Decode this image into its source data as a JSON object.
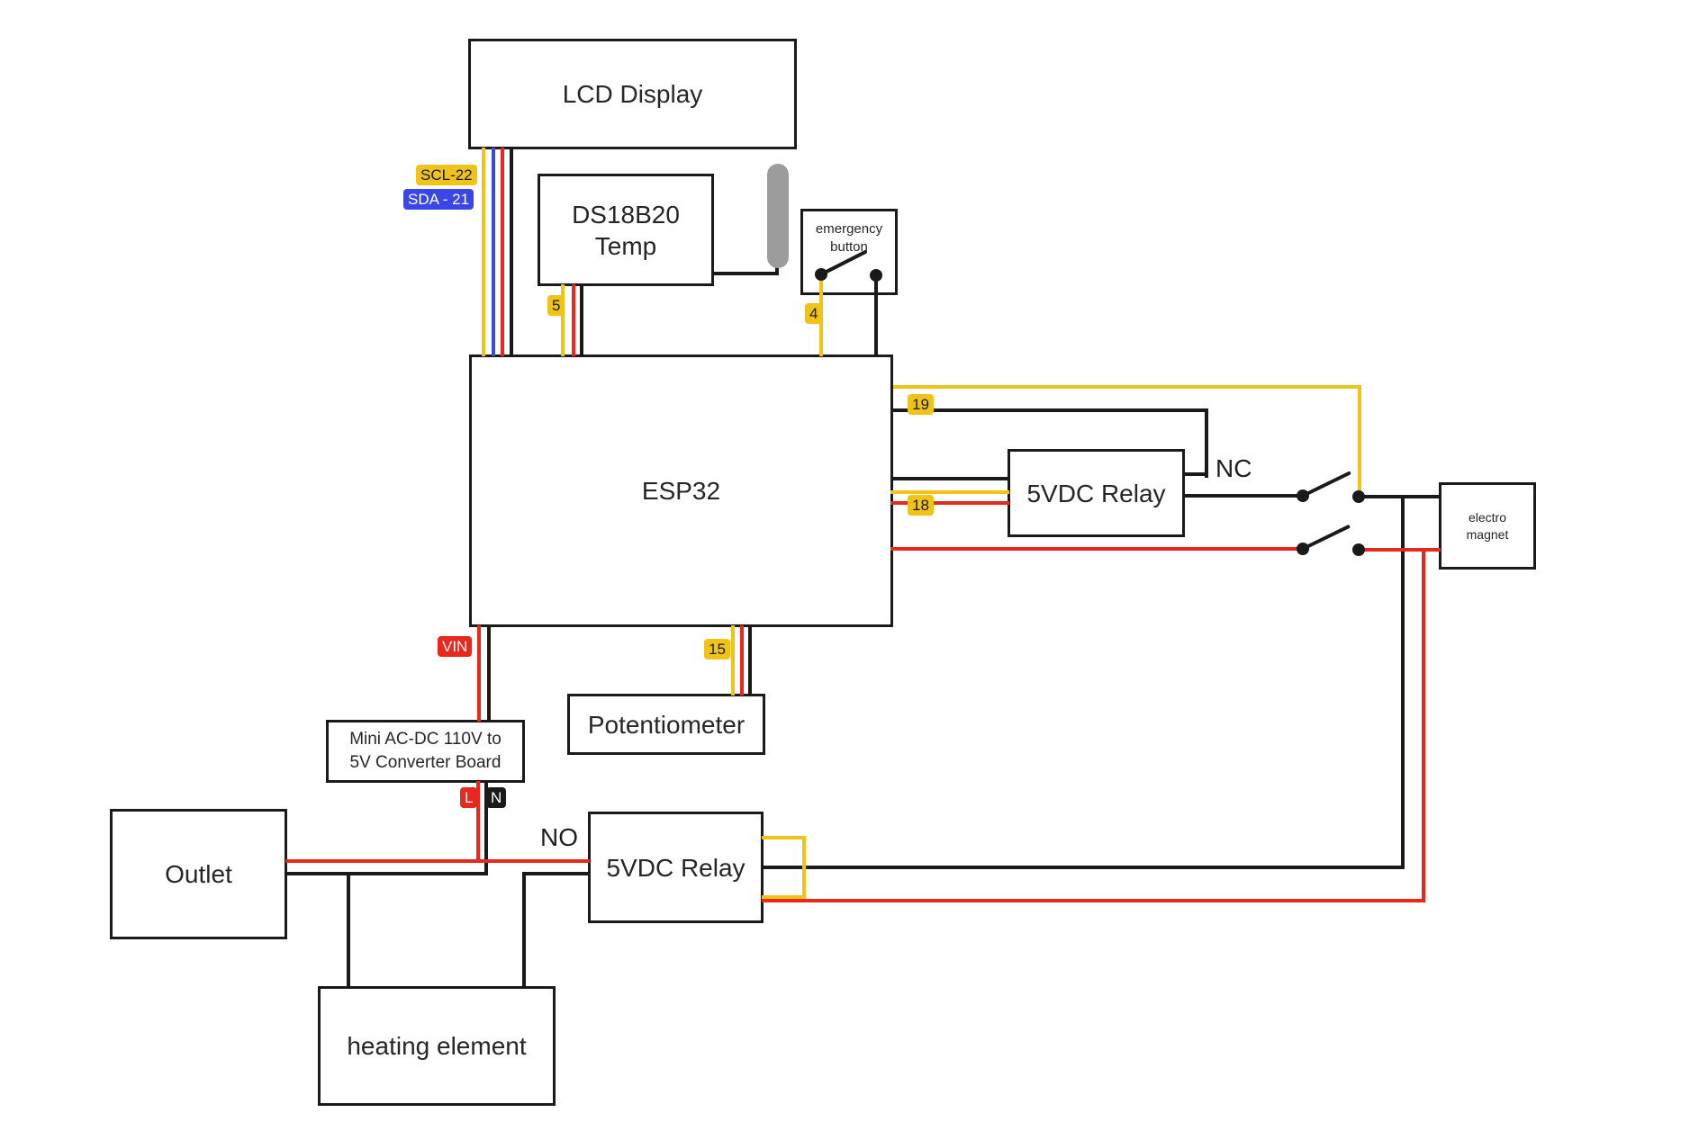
{
  "components": {
    "lcd": {
      "label": "LCD Display"
    },
    "temp": {
      "line1": "DS18B20",
      "line2": "Temp"
    },
    "emergency": {
      "line1": "emergency",
      "line2": "button"
    },
    "esp32": {
      "label": "ESP32"
    },
    "relay_top": {
      "label": "5VDC Relay"
    },
    "electromagnet": {
      "line1": "electro",
      "line2": "magnet"
    },
    "potentiometer": {
      "label": "Potentiometer"
    },
    "converter": {
      "line1": "Mini AC-DC 110V to",
      "line2": "5V Converter Board"
    },
    "outlet": {
      "label": "Outlet"
    },
    "relay_bottom": {
      "label": "5VDC Relay"
    },
    "heating": {
      "label": "heating element"
    }
  },
  "pin_tags": {
    "scl": "SCL-22",
    "sda": "SDA - 21",
    "temp_data": "5",
    "button": "4",
    "relay_19": "19",
    "relay_18": "18",
    "pot": "15",
    "vin": "VIN",
    "line": "L",
    "neutral": "N"
  },
  "contact_labels": {
    "nc": "NC",
    "no": "NO"
  },
  "colors": {
    "yellow": "#F0C319",
    "red": "#E8281C",
    "blue": "#3A46E8",
    "black": "#1A1A1A",
    "gray": "#9C9C9C"
  }
}
